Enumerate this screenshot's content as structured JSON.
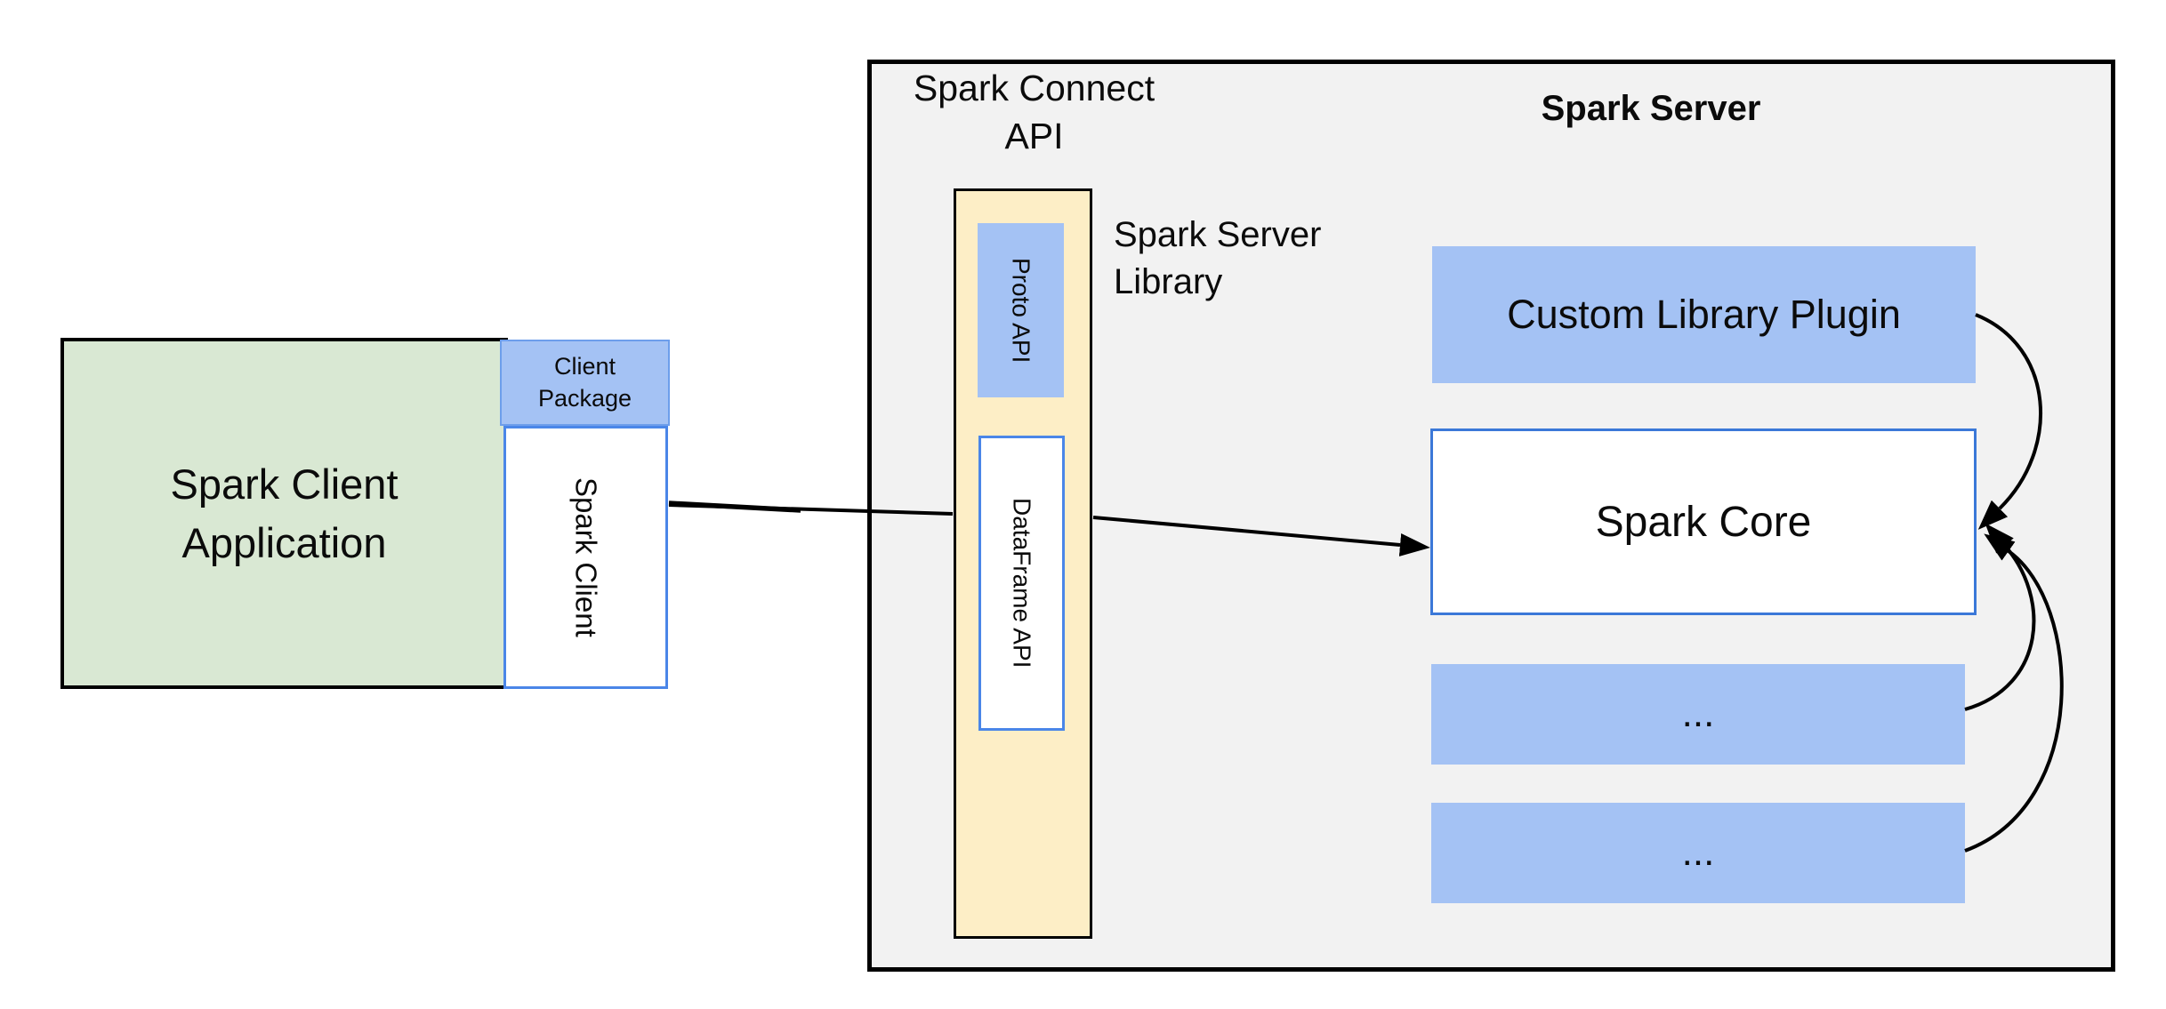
{
  "diagram": {
    "client": {
      "application_label": "Spark Client Application",
      "package_label": "Client Package",
      "spark_client_label": "Spark Client"
    },
    "connect": {
      "api_title": "Spark Connect API",
      "server_library_label": "Spark Server Library",
      "proto_api_label": "Proto API",
      "dataframe_api_label": "DataFrame API"
    },
    "server": {
      "title": "Spark Server",
      "custom_library_plugin_label": "Custom Library Plugin",
      "spark_core_label": "Spark Core",
      "ellipsis_top_label": "...",
      "ellipsis_bottom_label": "..."
    },
    "colors": {
      "client_app_fill": "#d9e8d3",
      "blue_fill": "#a4c2f4",
      "blue_border": "#4a86e8",
      "package_border": "#6d9eeb",
      "spark_core_border": "#3b78d8",
      "yellow_fill": "#fdeec6",
      "server_fill": "#f2f2f2",
      "connector": "#000000"
    }
  }
}
